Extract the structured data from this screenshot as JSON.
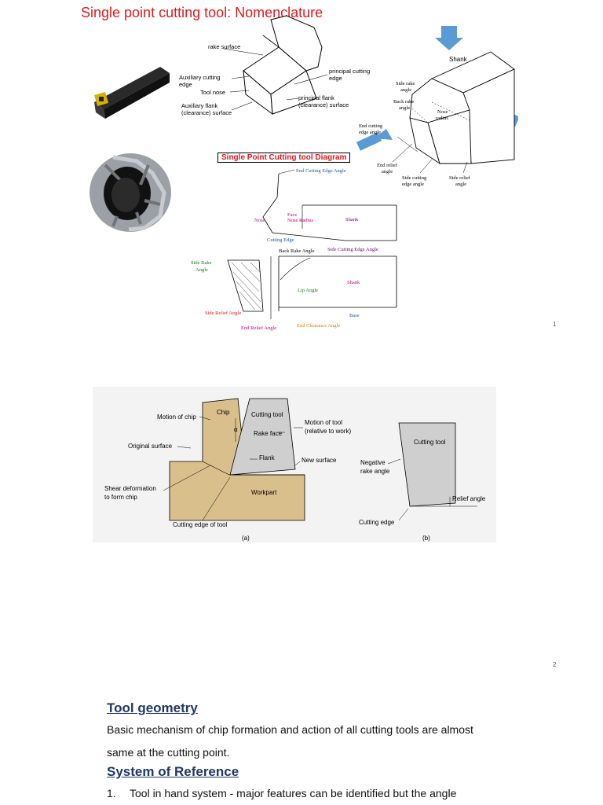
{
  "page1": {
    "title": "Single point cutting tool: Nomenclature",
    "page_number": "1",
    "nomenclature_labels": {
      "rake_surface": "rake surface",
      "aux_cutting_edge_1": "Auxiliary cutting",
      "aux_cutting_edge_2": "edge",
      "tool_nose": "Tool nose",
      "aux_flank_1": "Auxiliary flank",
      "aux_flank_2": "(clearance) surface",
      "principal_cutting_1": "principal cutting",
      "principal_cutting_2": "edge",
      "principal_flank_1": "principal flank",
      "principal_flank_2": "(clearance) surface"
    },
    "shank_figure": {
      "shank": "Shank",
      "side_rake_1": "Side rake",
      "side_rake_2": "angle",
      "back_rake_1": "Back rake",
      "back_rake_2": "angle",
      "nose_1": "Nose",
      "nose_2": "radius",
      "end_cutting_1": "End cutting",
      "end_cutting_2": "edge angle",
      "end_relief_1": "End relief",
      "end_relief_2": "angle",
      "side_cutting_1": "Side cutting",
      "side_cutting_2": "edge angle",
      "side_relief_1": "Side relief",
      "side_relief_2": "angle"
    },
    "diagram": {
      "heading": "Single Point Cutting tool Diagram",
      "end_cutting_edge_angle": "End Cutting Edge Angle",
      "face": "Face",
      "nose_radius": "Nose Radius",
      "nose": "Nose",
      "shank": "Shank",
      "cutting_edge": "Cutting Edge",
      "back_rake_angle": "Back Rake Angle",
      "side_cutting_edge_angle": "Side Cutting Edge Angle",
      "side_rake_1": "Side Rake",
      "side_rake_2": "Angle",
      "shank2": "Shank",
      "lip_angle": "Lip Angle",
      "side_relief_angle": "Side Relief Angle",
      "base": "Base",
      "end_relief_angle": "End Relief Angle",
      "end_clearance_angle": "End Clearance Angle"
    }
  },
  "page2": {
    "page_number": "2",
    "fig_a": {
      "motion_of_chip": "Motion of chip",
      "chip": "Chip",
      "cutting_tool": "Cutting tool",
      "alpha": "α",
      "rake_face": "Rake face",
      "motion_of_tool_1": "Motion of tool",
      "motion_of_tool_2": "(relative to work)",
      "original_surface": "Original surface",
      "flank": "Flank",
      "new_surface": "New surface",
      "shear_1": "Shear deformation",
      "shear_2": "to form chip",
      "workpart": "Workpart",
      "cutting_edge_of_tool": "Cutting edge of tool",
      "caption": "(a)"
    },
    "fig_b": {
      "cutting_tool": "Cutting tool",
      "negative_1": "Negative",
      "negative_2": "rake angle",
      "relief_angle": "Relief angle",
      "cutting_edge": "Cutting edge",
      "caption": "(b)"
    }
  },
  "page3": {
    "heading1": "Tool geometry",
    "para1_line1": "Basic mechanism of chip formation and action of all cutting tools are almost",
    "para1_line2": "same at the cutting point.",
    "heading2": "System of Reference",
    "list_item_1_num": "1.",
    "list_item_1": "Tool in hand system -  major features can be identified but the angle"
  },
  "colors": {
    "title_red": "#e0191c",
    "heading_blue": "#1f3864",
    "arrow_blue": "#5b9bd5",
    "workpart_tan": "#d9bf8c",
    "tool_gray": "#cfcfcf"
  }
}
